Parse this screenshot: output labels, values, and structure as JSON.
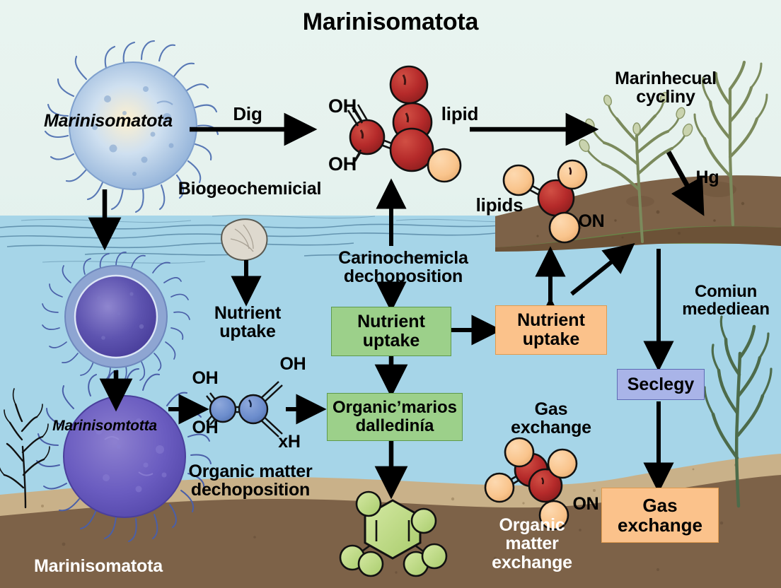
{
  "title": "Marinisomatota",
  "labels": {
    "organism_top": "Marinisomatota",
    "dig": "Dig",
    "lipid": "lipid",
    "lipids": "lipids",
    "biogeochemical": "Biogeochemıicial",
    "marine_cycling": "Marinhecual\ncycliny",
    "marine_cycling_l1": "Marinhecual",
    "marine_cycling_l2": "cycliny",
    "hg": "Hg",
    "on_top": "ON",
    "on_bottom": "ON",
    "carino_l1": "Carinochemicla",
    "carino_l2": "dechoposition",
    "nutrient_uptake_plain_l1": "Nutrient",
    "nutrient_uptake_plain_l2": "uptake",
    "organism_mid": "Marinisomtotta",
    "organic_matter_l1": "Organic matter",
    "organic_matter_l2": "dechoposition",
    "gas_exchange_plain_l1": "Gas",
    "gas_exchange_plain_l2": "exchange",
    "comiun_l1": "Comiun",
    "comiun_l2": "medediean",
    "organic_matter_exchange_l1": "Organic",
    "organic_matter_exchange_l2": "matter",
    "organic_matter_exchange_l3": "exchange",
    "seabed_organism": "Marinisomatota",
    "oh_1": "OH",
    "oh_2": "OH",
    "oh_3": "OH",
    "oh_4": "OH",
    "oh_5": "OH",
    "xh": "xH"
  },
  "boxes": [
    {
      "id": "nutrient-uptake-green",
      "line1": "Nutrient",
      "line2": "uptake",
      "color": "green"
    },
    {
      "id": "nutrient-uptake-orange",
      "line1": "Nutrient",
      "line2": "uptake",
      "color": "orange"
    },
    {
      "id": "organic-marios",
      "line1": "Organic’marios",
      "line2": "dalledinía",
      "color": "green"
    },
    {
      "id": "seclegy",
      "line1": "Seclegy",
      "line2": "",
      "color": "blue"
    },
    {
      "id": "gas-exchange",
      "line1": "Gas",
      "line2": "exchange",
      "color": "orange"
    }
  ],
  "colors": {
    "sky": "#e8f3ef",
    "water": "#a6d5e8",
    "sand": "#c9b189",
    "sediment": "#7d6248",
    "green_box": "#9cd08a",
    "orange_box": "#fbc28b",
    "blue_box": "#a9b4e8",
    "molecule_red": "#b52a2a",
    "molecule_peach": "#f9c48c",
    "molecule_blue": "#6b8ccc",
    "molecule_green": "#b9d97e",
    "plant_green": "#6f7e53",
    "cell_blue": "#8fb0d8",
    "cell_purple": "#5e54b0"
  }
}
